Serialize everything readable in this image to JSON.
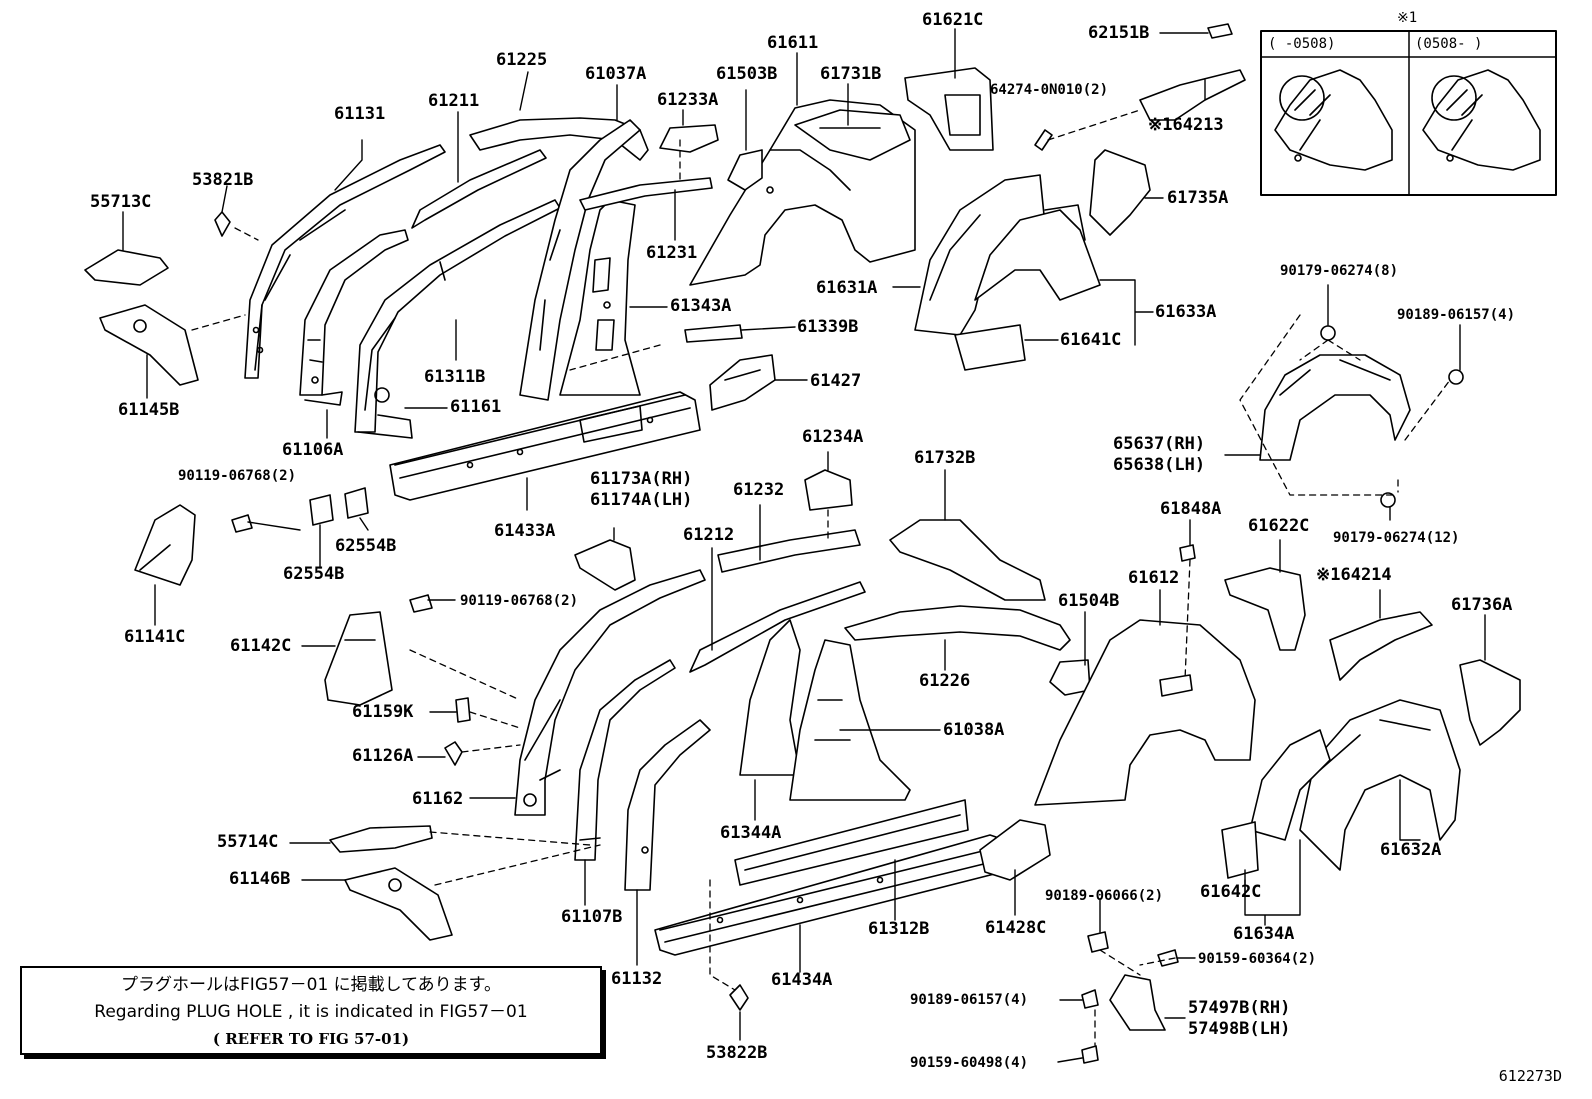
{
  "labels": {
    "p61131": "61131",
    "p61211": "61211",
    "p61225": "61225",
    "p61037A": "61037A",
    "p61233A": "61233A",
    "p61503B": "61503B",
    "p61611": "61611",
    "p61731B": "61731B",
    "p61621C": "61621C",
    "p62151B": "62151B",
    "p64274": "64274-0N010(2)",
    "p64213": "※164213",
    "p55713C": "55713C",
    "p53821B": "53821B",
    "p61145B": "61145B",
    "p61106A": "61106A",
    "p61311B": "61311B",
    "p61161": "61161",
    "p61231": "61231",
    "p61343A": "61343A",
    "p61339B": "61339B",
    "p61427": "61427",
    "p61735A": "61735A",
    "p61631A": "61631A",
    "p61633A": "61633A",
    "p61641C": "61641C",
    "p90179a": "90179-06274(8)",
    "p90189a": "90189-06157(4)",
    "p65637": "65637(RH)",
    "p65638": "65638(LH)",
    "p90179b": "90179-06274(12)",
    "p90119a": "90119-06768(2)",
    "p61433A": "61433A",
    "p62554Ba": "62554B",
    "p62554Bb": "62554B",
    "p61141C": "61141C",
    "p61173A": "61173A(RH)",
    "p61174A": "61174A(LH)",
    "p61232": "61232",
    "p61234A": "61234A",
    "p61732B": "61732B",
    "p61212": "61212",
    "p90119b": "90119-06768(2)",
    "p61142C": "61142C",
    "p61159K": "61159K",
    "p61126A": "61126A",
    "p61162": "61162",
    "p55714C": "55714C",
    "p61146B": "61146B",
    "p61107B": "61107B",
    "p61132": "61132",
    "p61434A": "61434A",
    "p53822B": "53822B",
    "p61344A": "61344A",
    "p61226": "61226",
    "p61038A": "61038A",
    "p61312B": "61312B",
    "p61428C": "61428C",
    "p61504B": "61504B",
    "p61612": "61612",
    "p61848A": "61848A",
    "p61622C": "61622C",
    "p64214": "※164214",
    "p61736A": "61736A",
    "p61632A": "61632A",
    "p61642C": "61642C",
    "p61634A": "61634A",
    "p90189b": "90189-06066(2)",
    "p90159a": "90159-60364(2)",
    "p90189c": "90189-06157(4)",
    "p57497B": "57497B(RH)",
    "p57498B": "57498B(LH)",
    "p90159b": "90159-60498(4)"
  },
  "inset": {
    "title": "※1",
    "col1": "(      -0508)",
    "col2": "(0508-      )"
  },
  "note": {
    "line1": "プラグホールはFIG57－01 に掲載してあります。",
    "line2": "Regarding PLUG HOLE , it is indicated in FIG57－01",
    "line3": "(  REFER TO FIG  57-01)"
  },
  "figure_code": "612273D",
  "colors": {
    "ink": "#000000",
    "paper": "#ffffff"
  }
}
